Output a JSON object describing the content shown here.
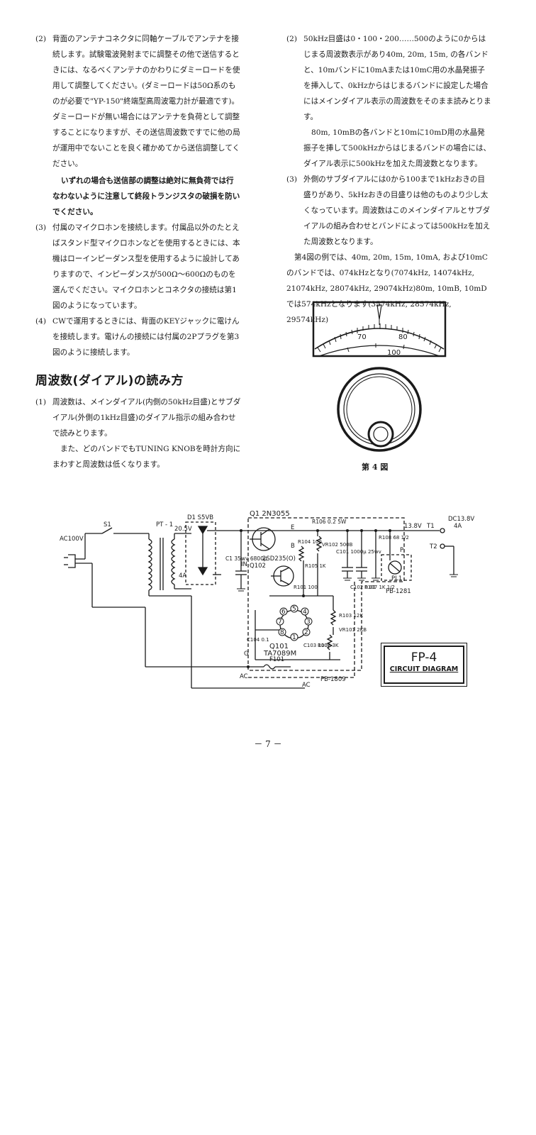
{
  "left_col": {
    "item2": {
      "num": "(2)",
      "text": "背面のアンテナコネクタに同軸ケーブルでアンテナを接続します。試験電波発射までに調整その他で送信するときには、なるべくアンテナのかわりにダミーロードを使用して調整してください。(ダミーロードは50Ω系のものが必要で\"YP-150\"終端型高周波電力計が最適です)。ダミーロードが無い場合にはアンテナを負荷として調整することになりますが、その送信周波数ですでに他の局が運用中でないことを良く確かめてから送信調整してください。"
    },
    "warning": "いずれの場合も送信部の調整は絶対に無負荷では行なわないように注意して終段トランジスタの破損を防いでください。",
    "item3": {
      "num": "(3)",
      "text": "付属のマイクロホンを接続します。付属品以外のたとえばスタンド型マイクロホンなどを使用するときには、本機はローインピーダンス型を使用するように設計してありますので、インピーダンスが500Ω～600Ωのものを選んでください。マイクロホンとコネクタの接続は第1図のようになっています。"
    },
    "item4": {
      "num": "(4)",
      "text": "CWで運用するときには、背面のKEYジャックに電けんを接続します。電けんの接続には付属の2Pプラグを第3図のように接続します。"
    }
  },
  "section_title": "周波数(ダイアル)の読み方",
  "section": {
    "item1": {
      "num": "(1)",
      "text": "周波数は、メインダイアル(内側の50kHz目盛)とサブダイアル(外側の1kHz目盛)のダイアル指示の組み合わせで読みとります。"
    },
    "para": "また、どのバンドでもTUNING KNOBを時計方向にまわすと周波数は低くなります。"
  },
  "right_col": {
    "item2": {
      "num": "(2)",
      "text": "50kHz目盛は0・100・200……500のように0からはじまる周波数表示があり40m, 20m, 15m, の各バンドと、10mバンドに10mAまたは10mC用の水晶発振子を挿入して、0kHzからはじまるバンドに設定した場合にはメインダイアル表示の周波数をそのまま読みとります。"
    },
    "para1": "80m, 10mBの各バンドと10mに10mD用の水晶発振子を挿して500kHzからはじまるバンドの場合には、ダイアル表示に500kHzを加えた周波数となります。",
    "item3": {
      "num": "(3)",
      "text": "外側のサブダイアルには0から100まで1kHzおきの目盛りがあり、5kHzおきの目盛りは他のものより少し太くなっています。周波数はこのメインダイアルとサブダイアルの組み合わせとバンドによっては500kHzを加えた周波数となります。"
    },
    "para2": "第4図の例では、40m, 20m, 15m, 10mA, および10mCのバンドでは、074kHzとなり(7074kHz, 14074kHz, 21074kHz, 28074kHz, 29074kHz)80m, 10mB, 10mDでは574kHzとなります(3574kHz, 28574kHz, 29574kHz)"
  },
  "dial": {
    "ticks": [
      "70",
      "80",
      "100"
    ]
  },
  "figure_caption": "第 4 図",
  "circuit": {
    "title": "FP-4",
    "subtitle": "CIRCUIT DIAGRAM",
    "labels": {
      "ac100v": "AC100V",
      "s1": "S1",
      "pt1": "PT - 1",
      "d1": "D1 S5VB",
      "v205": "20.5V",
      "a4": "4A",
      "c1": "C1 35wv 6800μ",
      "q1": "Q1 2N3055",
      "q102a": "2SD235(O)",
      "q102b": "Q102",
      "in": "IN",
      "e": "E",
      "b": "B",
      "r106": "R106 0.2 5W",
      "r104": "R104 100",
      "vr102": "VR102 500B",
      "r105": "R105 1K",
      "r101": "R101 100",
      "c101": "C101 1000μ 25wv",
      "c102": "C102 0.01",
      "r107": "R107 1K 1/2",
      "r108": "R108 68 1/2",
      "p": "P",
      "v138": "13.8V",
      "t1": "T1",
      "t2": "T2",
      "dc": "DC13.8V",
      "dc_a": "4A",
      "pl1": "PL1",
      "pb1281": "PB-1281",
      "q101a": "Q101",
      "q101b": "TA7089M",
      "r103": "R103 12K",
      "vr101": "VR101 2KB",
      "r102": "R102 3K",
      "c103": "C103 100P",
      "c104": "C104 0.1",
      "f101": "F101",
      "pb1809": "PB-1809",
      "ac1": "AC",
      "ac2": "AC",
      "g": "G",
      "pins": [
        "5",
        "6",
        "4",
        "7",
        "3",
        "8",
        "2",
        "1"
      ]
    }
  },
  "page_number": "－ 7 －"
}
